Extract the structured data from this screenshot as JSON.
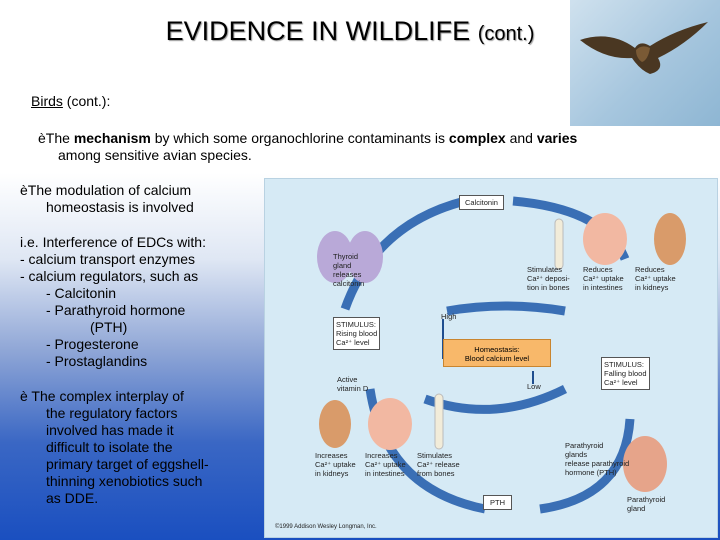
{
  "title": {
    "main": "EVIDENCE IN WILDLIFE",
    "suffix": "(cont.)"
  },
  "subhead": {
    "label": "Birds",
    "rest": " (cont.):"
  },
  "para1": {
    "arrow": "è",
    "pre": "The ",
    "b1": "mechanism",
    "mid": " by which some organochlorine contaminants is ",
    "b2": "complex",
    "and": " and ",
    "b3": "varies",
    "line2": "among sensitive avian species."
  },
  "left": {
    "arrow": "è",
    "para2_line1": "The modulation of calcium",
    "para2_line2": "homeostasis is involved",
    "list_head": "i.e. Interference of EDCs with:",
    "item1": "- calcium transport enzymes",
    "item2": "- calcium regulators, such as",
    "sub1": "- Calcitonin",
    "sub2": "- Parathyroid hormone",
    "sub2b": "(PTH)",
    "sub3": "- Progesterone",
    "sub4": "- Prostaglandins",
    "para3_line1": " The complex interplay of",
    "para3_lines": [
      "the regulatory factors",
      "involved has made it",
      "difficult to isolate the",
      "primary target of eggshell-",
      "thinning xenobiotics such",
      "as DDE."
    ]
  },
  "diagram": {
    "calcitonin_box": "Calcitonin",
    "thyroid": [
      "Thyroid",
      "gland",
      "releases",
      "calcitonin"
    ],
    "stim_dep": [
      "Stimulates",
      "Ca²⁺ deposi-",
      "tion in bones"
    ],
    "reduces_int": [
      "Reduces",
      "Ca²⁺ uptake",
      "in intestines"
    ],
    "reduces_kid": [
      "Reduces",
      "Ca²⁺ uptake",
      "in kidneys"
    ],
    "stim_rising": [
      "STIMULUS:",
      "Rising blood",
      "Ca²⁺ level"
    ],
    "high": "High",
    "homeostasis": [
      "Homeostasis:",
      "Blood calcium level"
    ],
    "low": "Low",
    "stim_falling": [
      "STIMULUS:",
      "Falling blood",
      "Ca²⁺ level"
    ],
    "active_vitd": [
      "Active",
      "vitamin D"
    ],
    "inc_kid": [
      "Increases",
      "Ca²⁺ uptake",
      "in kidneys"
    ],
    "inc_int": [
      "Increases",
      "Ca²⁺ uptake",
      "in intestines"
    ],
    "stim_rel": [
      "Stimulates",
      "Ca²⁺ release",
      "from bones"
    ],
    "parathyroid_release": [
      "Parathyroid",
      "glands",
      "release parathyroid",
      "hormone (PTH)"
    ],
    "pth_box": "PTH",
    "parathyroid_gland": [
      "Parathyroid",
      "gland"
    ],
    "copyright": "©1999 Addison Wesley Longman, Inc."
  },
  "colors": {
    "homeostasis_box": "#f8b86a",
    "arrows": "#3a6fb5",
    "diagram_bg": "#d6eaf5"
  }
}
